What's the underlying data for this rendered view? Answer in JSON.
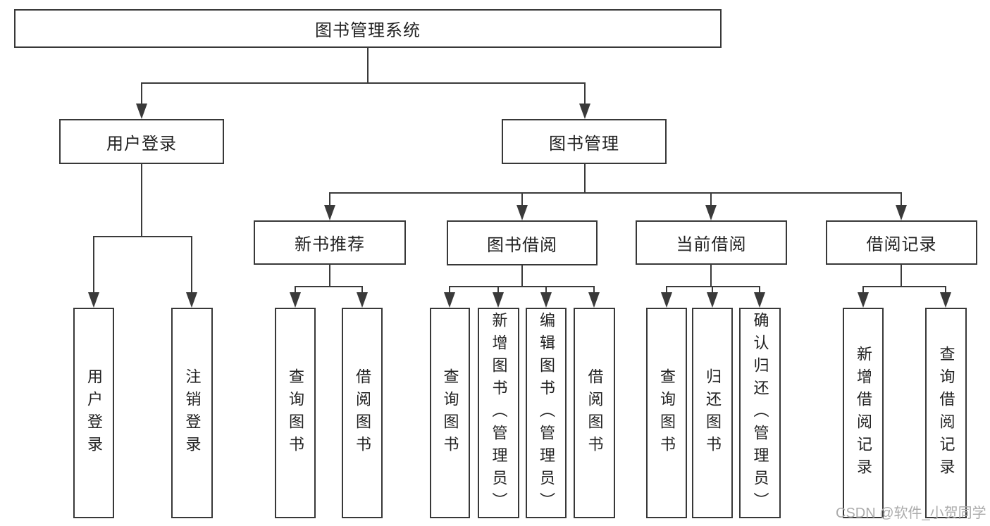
{
  "diagram_title": "图书管理系统",
  "tree": {
    "label": "图书管理系统",
    "children": [
      {
        "label": "用户登录",
        "children": [
          {
            "label": "用户登录"
          },
          {
            "label": "注销登录"
          }
        ]
      },
      {
        "label": "图书管理",
        "children": [
          {
            "label": "新书推荐",
            "children": [
              {
                "label": "查询图书"
              },
              {
                "label": "借阅图书"
              }
            ]
          },
          {
            "label": "图书借阅",
            "children": [
              {
                "label": "查询图书"
              },
              {
                "label": "新增图书（管理员）"
              },
              {
                "label": "编辑图书（管理员）"
              },
              {
                "label": "借阅图书"
              }
            ]
          },
          {
            "label": "当前借阅",
            "children": [
              {
                "label": "查询图书"
              },
              {
                "label": "归还图书"
              },
              {
                "label": "确认归还（管理员）"
              }
            ]
          },
          {
            "label": "借阅记录",
            "children": [
              {
                "label": "新增借阅记录"
              },
              {
                "label": "查询借阅记录"
              }
            ]
          }
        ]
      }
    ]
  },
  "watermark": {
    "text": "CSDN @软件_小贺同学"
  },
  "colors": {
    "line": "#3a3a3a",
    "box_border": "#383838",
    "text": "#222222",
    "background": "#ffffff",
    "watermark": "#ababab"
  }
}
